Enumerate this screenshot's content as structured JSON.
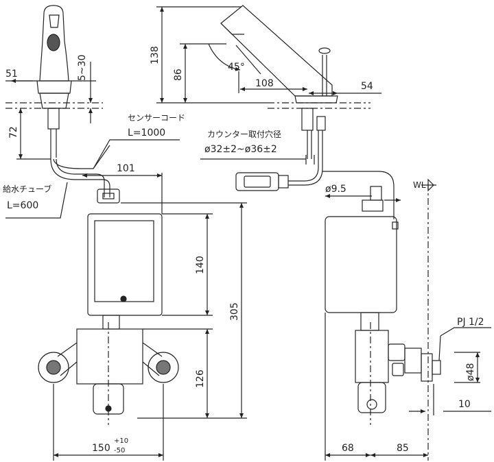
{
  "labels": {
    "sensor_cord": "センサーコード",
    "sensor_cord_len": "L=1000",
    "water_tube": "給水チューブ",
    "water_tube_len": "L=600",
    "counter_hole": "カウンター取付穴径",
    "counter_hole_dia": "ø32±2~ø36±2",
    "wl": "WL",
    "pj": "PJ 1/2"
  },
  "dims": {
    "d51": "51",
    "d5_30": "5~30",
    "d72": "72",
    "d101": "101",
    "d140": "140",
    "d305": "305",
    "d126": "126",
    "d150": "150",
    "tol_plus": "+10",
    "tol_minus": "-50",
    "d138": "138",
    "d86": "86",
    "d45": "45°",
    "d108": "108",
    "d54": "54",
    "d9_5": "ø9.5",
    "d48": "ø48",
    "d10": "10",
    "d68": "68",
    "d85": "85"
  }
}
